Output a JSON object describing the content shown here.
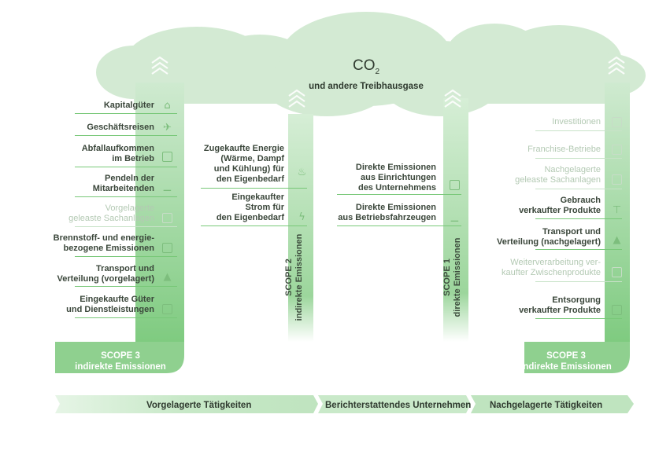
{
  "header": {
    "co2_main": "CO",
    "co2_sub": "2",
    "co2_subtitle": "und andere Treibhausgase"
  },
  "left_items": [
    {
      "lines": [
        "Kapitalgüter"
      ],
      "icon": "building-icon",
      "muted": false
    },
    {
      "lines": [
        "Geschäftsreisen"
      ],
      "icon": "airplane-icon",
      "muted": false
    },
    {
      "lines": [
        "Abfallaufkommen",
        "im Betrieb"
      ],
      "icon": "trash-bin-icon",
      "muted": false
    },
    {
      "lines": [
        "Pendeln der",
        "Mitarbeitenden"
      ],
      "icon": "car-icon",
      "muted": false
    },
    {
      "lines": [
        "Vorgelagerte",
        "geleaste Sachanlagen"
      ],
      "icon": "leased-building-icon",
      "muted": true
    },
    {
      "lines": [
        "Brennstoff- und energie-",
        "bezogene Emissionen"
      ],
      "icon": "fuel-pump-icon",
      "muted": false
    },
    {
      "lines": [
        "Transport und",
        "Verteilung (vorgelagert)"
      ],
      "icon": "truck-icon",
      "muted": false
    },
    {
      "lines": [
        "Eingekaufte Güter",
        "und Dienstleistungen"
      ],
      "icon": "factory-icon",
      "muted": false
    }
  ],
  "scope2_items": [
    {
      "lines": [
        "Zugekaufte Energie",
        "(Wärme, Dampf",
        "und Kühlung) für",
        "den Eigenbedarf"
      ],
      "icon": "steam-icon"
    },
    {
      "lines": [
        "Eingekaufter",
        "Strom für",
        "den Eigenbedarf"
      ],
      "icon": "lightning-icon"
    }
  ],
  "scope1_items": [
    {
      "lines": [
        "Direkte Emissionen",
        "aus Einrichtungen",
        "des Unternehmens"
      ],
      "icon": "facility-icon"
    },
    {
      "lines": [
        "Direkte Emissionen",
        "aus Betriebsfahrzeugen"
      ],
      "icon": "vehicle-icon"
    }
  ],
  "right_items": [
    {
      "lines": [
        "Investitionen"
      ],
      "icon": "chart-icon",
      "muted": true
    },
    {
      "lines": [
        "Franchise-Betriebe"
      ],
      "icon": "shop-icon",
      "muted": true
    },
    {
      "lines": [
        "Nachgelagerte",
        "geleaste Sachanlagen"
      ],
      "icon": "leased-building-icon",
      "muted": true
    },
    {
      "lines": [
        "Gebrauch",
        "verkaufter Produkte"
      ],
      "icon": "shirt-icon",
      "muted": false
    },
    {
      "lines": [
        "Transport und",
        "Verteilung (nachgelagert)"
      ],
      "icon": "truck-icon",
      "muted": false
    },
    {
      "lines": [
        "Weiterverarbeitung ver-",
        "kaufter Zwischenprodukte"
      ],
      "icon": "factory-icon",
      "muted": true
    },
    {
      "lines": [
        "Entsorgung",
        "verkaufter Produkte"
      ],
      "icon": "trash-bin-icon",
      "muted": false
    }
  ],
  "scopes": {
    "scope3_left": [
      "SCOPE 3",
      "indirekte Emissionen"
    ],
    "scope3_right": [
      "SCOPE 3",
      "indirekte Emissionen"
    ],
    "scope2": [
      "SCOPE 2",
      "indirekte Emissionen"
    ],
    "scope1": [
      "SCOPE 1",
      "direkte Emissionen"
    ]
  },
  "bottom_bar": {
    "upstream": "Vorgelagerte Tätigkeiten",
    "reporting": "Berichterstattendes Unternehmen",
    "downstream": "Nachgelagerte Tätigkeiten"
  },
  "colors": {
    "cloud": "#d3ead3",
    "column": "#8fd08f",
    "underline": "#78c878",
    "bar": "#c4e6c4"
  }
}
